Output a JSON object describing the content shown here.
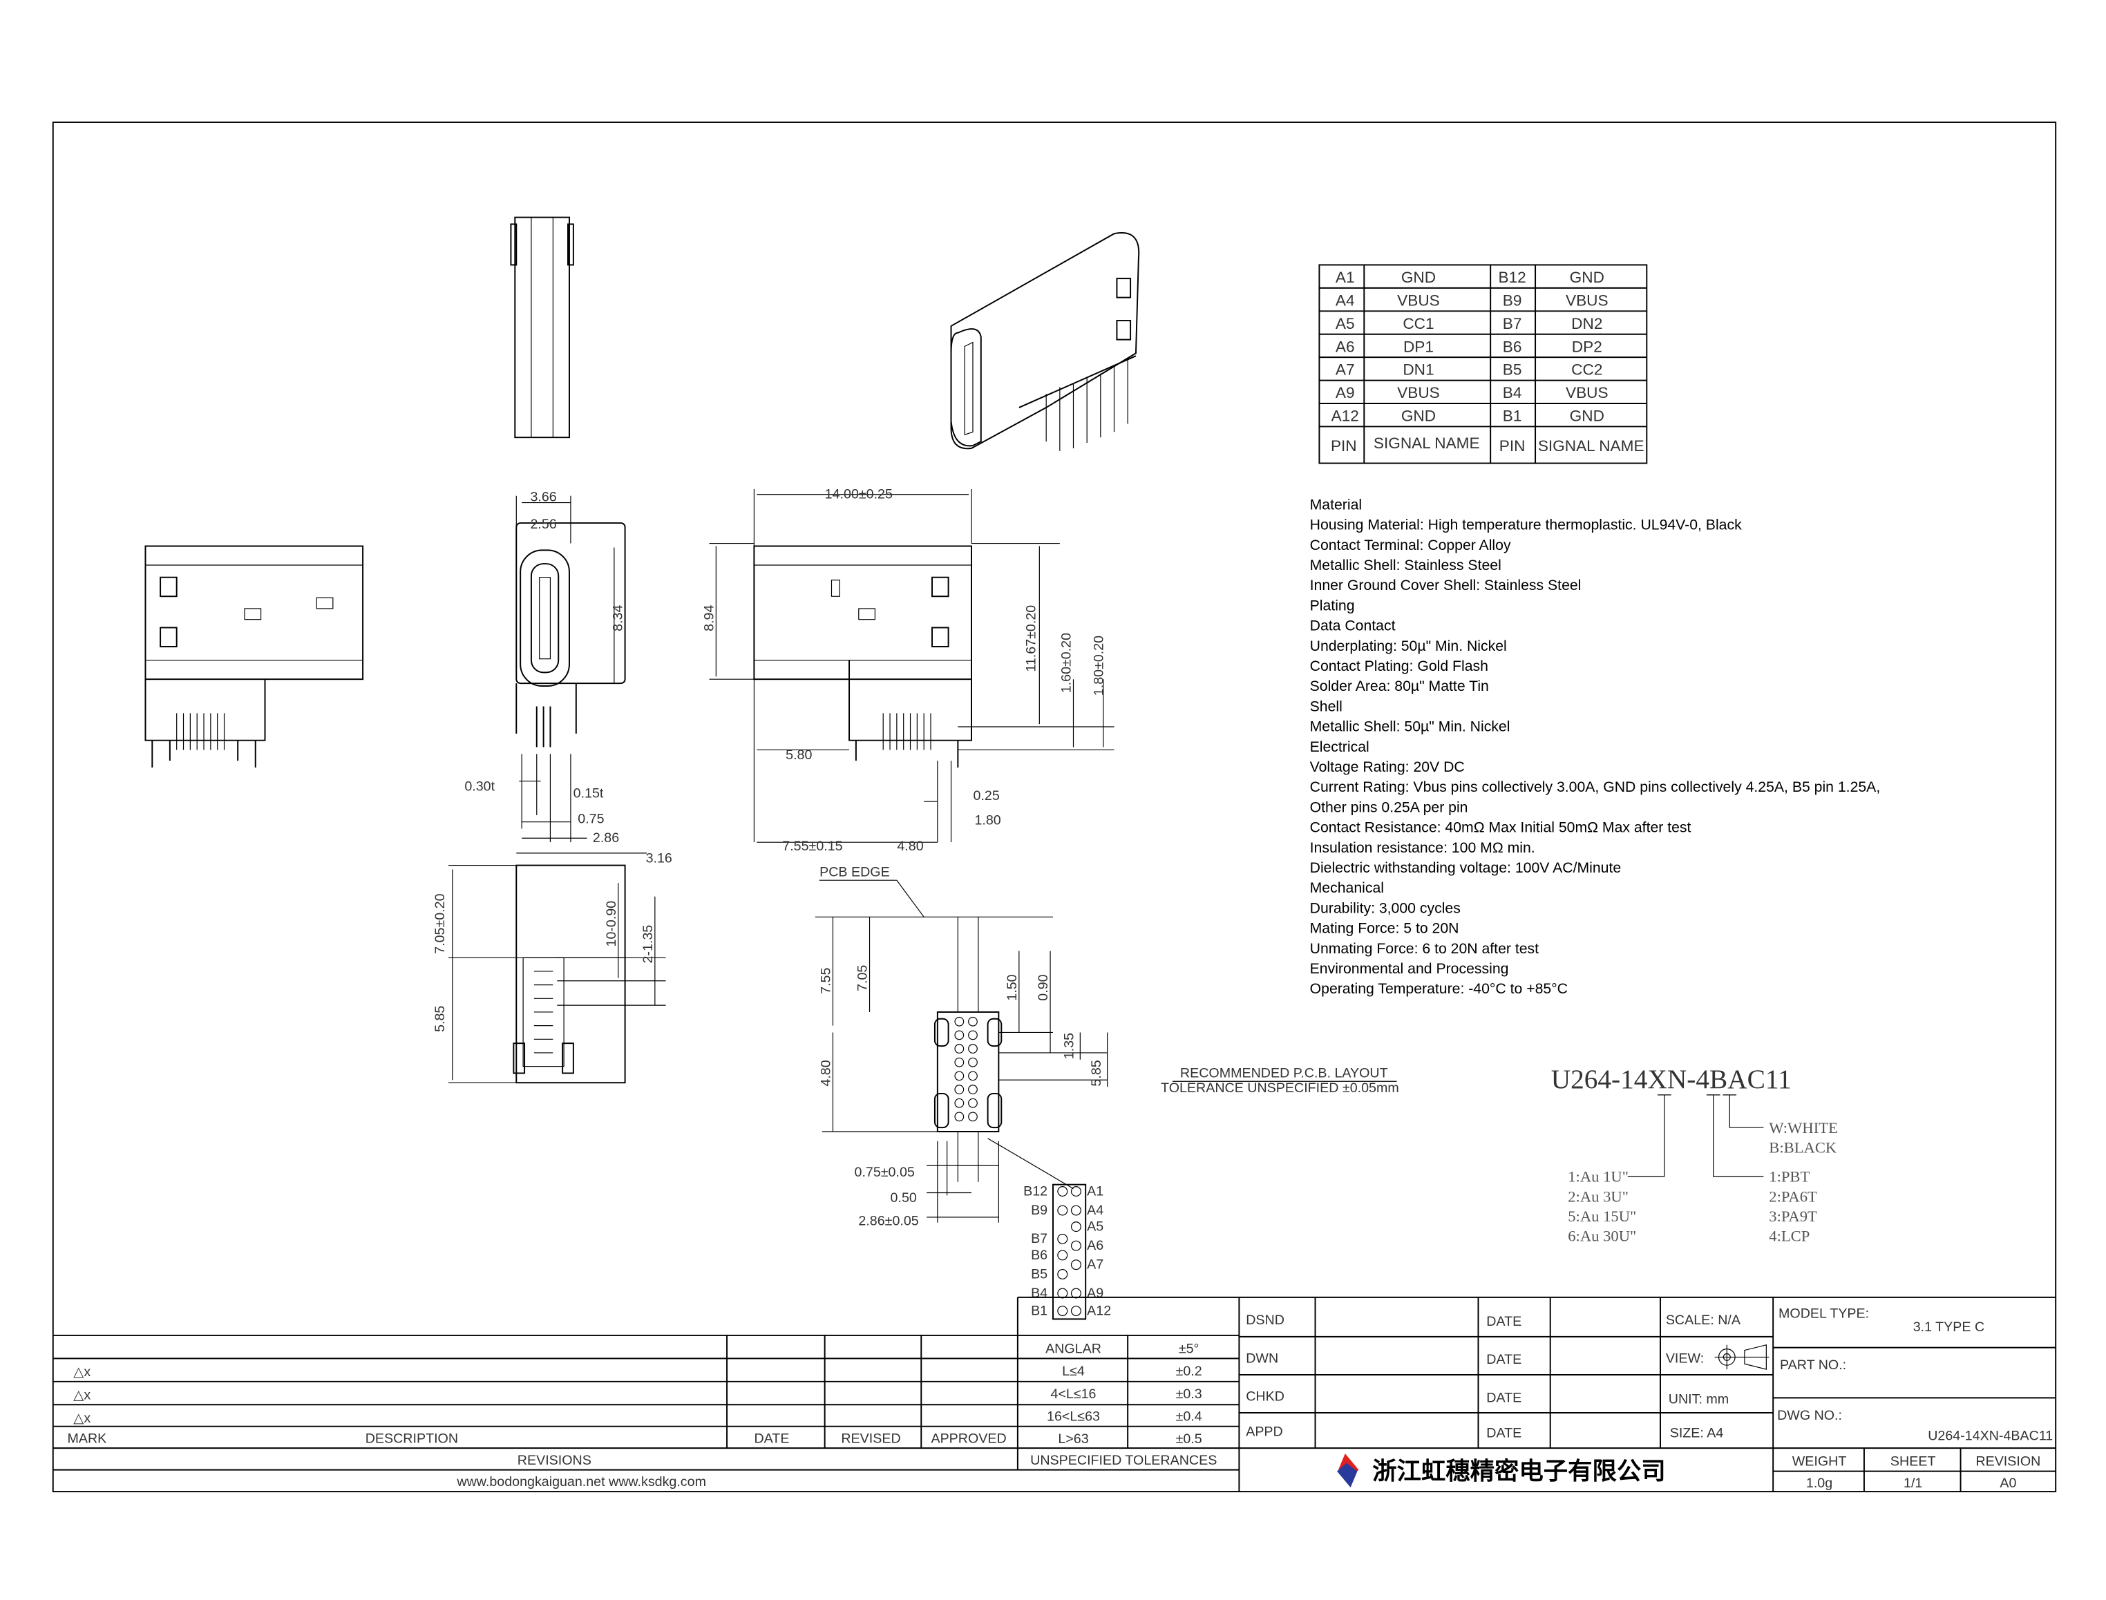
{
  "pin_table": {
    "rows": [
      {
        "pin_a": "A1",
        "sig_a": "GND",
        "pin_b": "B12",
        "sig_b": "GND"
      },
      {
        "pin_a": "A4",
        "sig_a": "VBUS",
        "pin_b": "B9",
        "sig_b": "VBUS"
      },
      {
        "pin_a": "A5",
        "sig_a": "CC1",
        "pin_b": "B7",
        "sig_b": "DN2"
      },
      {
        "pin_a": "A6",
        "sig_a": "DP1",
        "pin_b": "B6",
        "sig_b": "DP2"
      },
      {
        "pin_a": "A7",
        "sig_a": "DN1",
        "pin_b": "B5",
        "sig_b": "CC2"
      },
      {
        "pin_a": "A9",
        "sig_a": "VBUS",
        "pin_b": "B4",
        "sig_b": "VBUS"
      },
      {
        "pin_a": "A12",
        "sig_a": "GND",
        "pin_b": "B1",
        "sig_b": "GND"
      }
    ],
    "header": {
      "pin": "PIN",
      "signal": "SIGNAL NAME"
    }
  },
  "specs": [
    "Material",
    "Housing Material: High temperature thermoplastic. UL94V-0, Black",
    "Contact Terminal: Copper Alloy",
    "Metallic Shell: Stainless Steel",
    "Inner Ground Cover Shell: Stainless Steel",
    "Plating",
    "Data Contact",
    "Underplating: 50µ\" Min. Nickel",
    "Contact Plating: Gold Flash",
    "Solder Area: 80µ\" Matte Tin",
    "Shell",
    "Metallic Shell: 50µ\" Min. Nickel",
    "Electrical",
    "Voltage Rating: 20V DC",
    "Current Rating: Vbus pins collectively 3.00A, GND pins collectively 4.25A, B5 pin 1.25A,",
    "Other pins 0.25A per pin",
    "Contact Resistance: 40mΩ Max Initial 50mΩ Max after test",
    "Insulation resistance: 100 MΩ min.",
    "Dielectric withstanding voltage: 100V AC/Minute",
    "Mechanical",
    "Durability: 3,000 cycles",
    "Mating Force: 5 to 20N",
    "Unmating Force: 6 to 20N after test",
    "Environmental and Processing",
    "Operating Temperature: -40°C to +85°C"
  ],
  "dims": {
    "front": [
      "3.66",
      "2.56",
      "8.34",
      "0.30t",
      "0.15t",
      "0.75",
      "2.86",
      "3.16"
    ],
    "right": [
      "14.00±0.25",
      "8.94",
      "11.67±0.20",
      "1.60±0.20",
      "1.80±0.20",
      "5.80",
      "0.25",
      "1.80",
      "7.55±0.15",
      "4.80"
    ],
    "bottom": [
      "7.05±0.20",
      "5.85",
      "10-0.90",
      "2-1.35"
    ],
    "pcb": [
      "PCB EDGE",
      "7.55",
      "7.05",
      "4.80",
      "1.50",
      "0.90",
      "1.35",
      "5.85",
      "0.75±0.05",
      "0.50",
      "2.86±0.05"
    ],
    "pads_b": [
      "B12",
      "B9",
      "B7",
      "B6",
      "B5",
      "B4",
      "B1"
    ],
    "pads_a": [
      "A1",
      "A4",
      "A5",
      "A6",
      "A7",
      "A9",
      "A12"
    ]
  },
  "pcb_note": {
    "title": "RECOMMENDED   P.C.B.  LAYOUT",
    "tolerance": "TOLERANCE  UNSPECIFIED  ±0.05mm"
  },
  "part_code": {
    "number": "U264-14XN-4BAC11",
    "color_options": [
      "W:WHITE",
      "B:BLACK"
    ],
    "plating_options": [
      "1:Au  1U\"",
      "2:Au  3U\"",
      "5:Au  15U\"",
      "6:Au  30U\""
    ],
    "material_options": [
      "1:PBT",
      "2:PA6T",
      "3:PA9T",
      "4:LCP"
    ]
  },
  "revisions": {
    "marks": [
      "△x",
      "△x",
      "△x"
    ],
    "headers": {
      "mark": "MARK",
      "description": "DESCRIPTION",
      "date": "DATE",
      "revised": "REVISED",
      "approved": "APPROVED"
    },
    "footer": "REVISIONS",
    "website": "www.bodongkaiguan.net     www.ksdkg.com"
  },
  "tolerances": {
    "rows": [
      {
        "range": "ANGLAR",
        "tol": "±5°"
      },
      {
        "range": "L≤4",
        "tol": "±0.2"
      },
      {
        "range": "4<L≤16",
        "tol": "±0.3"
      },
      {
        "range": "16<L≤63",
        "tol": "±0.4"
      },
      {
        "range": "L>63",
        "tol": "±0.5"
      }
    ],
    "footer": "UNSPECIFIED TOLERANCES"
  },
  "title_block": {
    "roles": [
      "DSND",
      "DWN",
      "CHKD",
      "APPD"
    ],
    "date_label": "DATE",
    "scale": "SCALE: N/A",
    "view": "VIEW:",
    "unit": "UNIT: mm",
    "size": "SIZE: A4",
    "model_type_label": "MODEL TYPE:",
    "model_type": "3.1  TYPE  C",
    "part_no_label": "PART NO.:",
    "dwg_no_label": "DWG NO.:",
    "dwg_no": "U264-14XN-4BAC11",
    "company": "浙江虹穗精密电子有限公司",
    "weight_label": "WEIGHT",
    "weight": "1.0g",
    "sheet_label": "SHEET",
    "sheet": "1/1",
    "revision_label": "REVISION",
    "revision": "A0",
    "logo_colors": [
      "#e02020",
      "#2a3a9a"
    ]
  }
}
